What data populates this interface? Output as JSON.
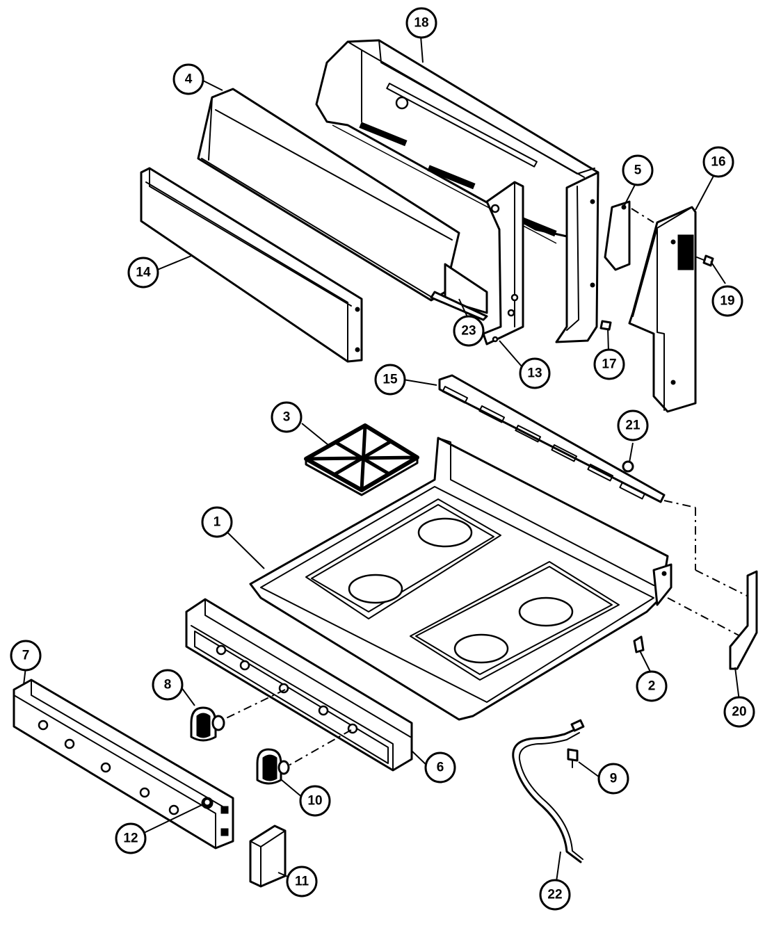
{
  "diagram": {
    "kind": "exploded parts view",
    "line_color": "#000000",
    "background": "#ffffff"
  },
  "callouts": [
    {
      "id": "1",
      "label": "1"
    },
    {
      "id": "2",
      "label": "2"
    },
    {
      "id": "3",
      "label": "3"
    },
    {
      "id": "4",
      "label": "4"
    },
    {
      "id": "5",
      "label": "5"
    },
    {
      "id": "6",
      "label": "6"
    },
    {
      "id": "7",
      "label": "7"
    },
    {
      "id": "8",
      "label": "8"
    },
    {
      "id": "9",
      "label": "9"
    },
    {
      "id": "10",
      "label": "10"
    },
    {
      "id": "11",
      "label": "11"
    },
    {
      "id": "12",
      "label": "12"
    },
    {
      "id": "13",
      "label": "13"
    },
    {
      "id": "14",
      "label": "14"
    },
    {
      "id": "15",
      "label": "15"
    },
    {
      "id": "16",
      "label": "16"
    },
    {
      "id": "17",
      "label": "17"
    },
    {
      "id": "18",
      "label": "18"
    },
    {
      "id": "19",
      "label": "19"
    },
    {
      "id": "20",
      "label": "20"
    },
    {
      "id": "21",
      "label": "21"
    },
    {
      "id": "22",
      "label": "22"
    },
    {
      "id": "23",
      "label": "23"
    }
  ]
}
